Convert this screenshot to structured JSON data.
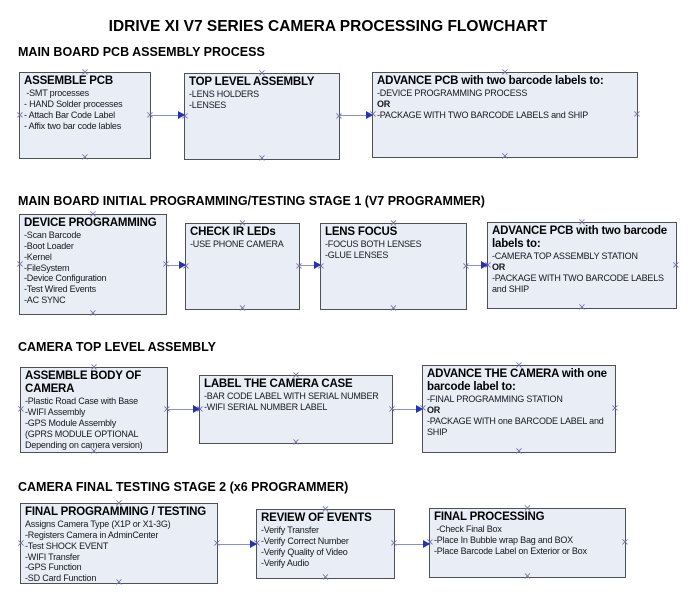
{
  "title": "IDRIVE XI V7 SERIES CAMERA PROCESSING FLOWCHART",
  "colors": {
    "background": "#ffffff",
    "box_fill": "#e9edf6",
    "box_border": "#4f4f58",
    "arrow_line": "#8794ba",
    "arrow_head": "#2433b0",
    "connection_marker": "#7070a0",
    "text": "#000000"
  },
  "sections": [
    {
      "header": "MAIN BOARD PCB ASSEMBLY PROCESS",
      "boxes": [
        {
          "title": "ASSEMBLE PCB",
          "lines": [
            " -SMT processes",
            "- HAND Solder processes",
            "- Attach Bar Code Label",
            "- Affix two bar code lables"
          ]
        },
        {
          "title": "TOP LEVEL ASSEMBLY",
          "lines": [
            "-LENS HOLDERS",
            "-LENSES"
          ]
        },
        {
          "title": "ADVANCE PCB with two barcode labels to:",
          "lines": [
            "-DEVICE PROGRAMMING PROCESS",
            "OR",
            "-PACKAGE WITH TWO BARCODE LABELS and SHIP"
          ]
        }
      ]
    },
    {
      "header": "MAIN BOARD INITIAL PROGRAMMING/TESTING STAGE 1 (V7 PROGRAMMER)",
      "boxes": [
        {
          "title": "DEVICE PROGRAMMING",
          "lines": [
            "-Scan Barcode",
            "-Boot Loader",
            "-Kernel",
            "-FileSystem",
            "-Device Configuration",
            "-Test Wired Events",
            "-AC SYNC"
          ]
        },
        {
          "title": "CHECK IR LEDs",
          "lines": [
            "-USE PHONE CAMERA"
          ]
        },
        {
          "title": "LENS FOCUS",
          "lines": [
            "-FOCUS BOTH LENSES",
            "-GLUE LENSES"
          ]
        },
        {
          "title": "ADVANCE PCB with two barcode labels to:",
          "lines": [
            "-CAMERA TOP ASSEMBLY STATION",
            "OR",
            "-PACKAGE WITH TWO BARCODE LABELS and SHIP"
          ]
        }
      ]
    },
    {
      "header": "CAMERA TOP LEVEL ASSEMBLY",
      "boxes": [
        {
          "title": "ASSEMBLE BODY OF CAMERA",
          "lines": [
            "-Plastic Road Case with Base",
            "-WIFI Assembly",
            "-GPS Module Assembly",
            "(GPRS MODULE OPTIONAL",
            "Depending on camera version)"
          ]
        },
        {
          "title": "LABEL THE CAMERA CASE",
          "lines": [
            "-BAR CODE LABEL WITH SERIAL NUMBER",
            "-WIFI SERIAL NUMBER LABEL"
          ]
        },
        {
          "title": "ADVANCE THE CAMERA with one barcode label to:",
          "lines": [
            "-FINAL PROGRAMMING STATION",
            "OR",
            "-PACKAGE WITH one BARCODE LABEL and SHIP"
          ]
        }
      ]
    },
    {
      "header": "CAMERA FINAL TESTING STAGE 2 (x6 PROGRAMMER)",
      "boxes": [
        {
          "title": "FINAL PROGRAMMING / TESTING",
          "lines": [
            "Assigns Camera Type (X1P or X1-3G)",
            "-Registers Camera in AdminCenter",
            "-Test SHOCK EVENT",
            "-WIFI Transfer",
            "-GPS Function",
            "-SD Card Function"
          ]
        },
        {
          "title": "REVIEW OF EVENTS",
          "lines": [
            "-Verify Transfer",
            "-Verify Correct Number",
            "-Verify Quality of Video",
            "-Verify Audio"
          ]
        },
        {
          "title": "FINAL PROCESSING",
          "lines": [
            " -Check Final Box",
            "-Place In Bubble wrap Bag and BOX",
            "-Place Barcode Label on Exterior or Box"
          ]
        }
      ]
    }
  ]
}
